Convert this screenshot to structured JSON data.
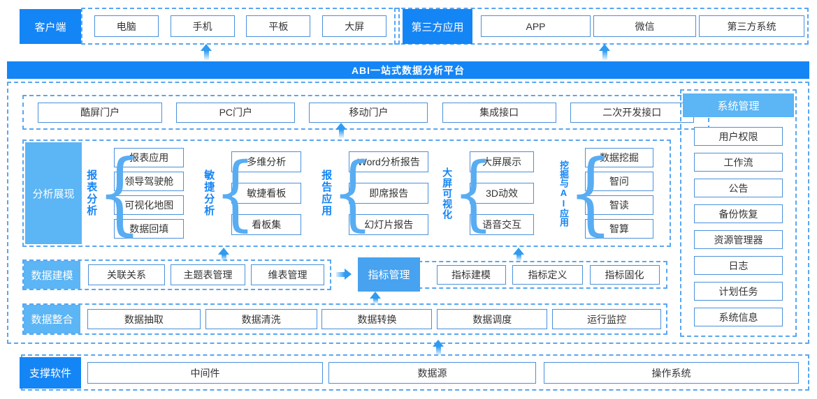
{
  "colors": {
    "primary": "#1485F5",
    "light": "#5CB5F4",
    "indicator": "#47A2EF",
    "box_border": "#4A90DB",
    "dashed": "#58A6F1",
    "text": "#333333",
    "arrow": "#2F9BF1"
  },
  "banner": {
    "title": "ABI一站式数据分析平台"
  },
  "top": {
    "client": {
      "label": "客户端",
      "items": [
        "电脑",
        "手机",
        "平板",
        "大屏"
      ]
    },
    "third_party": {
      "label": "第三方应用",
      "items": [
        "APP",
        "微信",
        "第三方系统"
      ]
    }
  },
  "portals": {
    "items": [
      "酷屏门户",
      "PC门户",
      "移动门户",
      "集成接口",
      "二次开发接口"
    ]
  },
  "analysis": {
    "label": "分析展现",
    "groups": [
      {
        "name": "报表分析",
        "items": [
          "报表应用",
          "领导驾驶舱",
          "可视化地图",
          "数据回填"
        ]
      },
      {
        "name": "敏捷分析",
        "items": [
          "多维分析",
          "敏捷看板",
          "看板集"
        ]
      },
      {
        "name": "报告应用",
        "items": [
          "Word分析报告",
          "即席报告",
          "幻灯片报告"
        ]
      },
      {
        "name": "大屏可视化",
        "items": [
          "大屏展示",
          "3D动效",
          "语音交互"
        ]
      },
      {
        "name": "挖掘与AI应用",
        "items": [
          "数据挖掘",
          "智问",
          "智读",
          "智算"
        ]
      }
    ]
  },
  "modeling": {
    "label": "数据建模",
    "items": [
      "关联关系",
      "主题表管理",
      "维表管理"
    ],
    "indicator": {
      "label": "指标管理",
      "items": [
        "指标建模",
        "指标定义",
        "指标固化"
      ]
    }
  },
  "integration": {
    "label": "数据整合",
    "items": [
      "数据抽取",
      "数据清洗",
      "数据转换",
      "数据调度",
      "运行监控"
    ]
  },
  "system": {
    "label": "系统管理",
    "items": [
      "用户权限",
      "工作流",
      "公告",
      "备份恢复",
      "资源管理器",
      "日志",
      "计划任务",
      "系统信息"
    ]
  },
  "support": {
    "label": "支撑软件",
    "items": [
      "中间件",
      "数据源",
      "操作系统"
    ]
  }
}
